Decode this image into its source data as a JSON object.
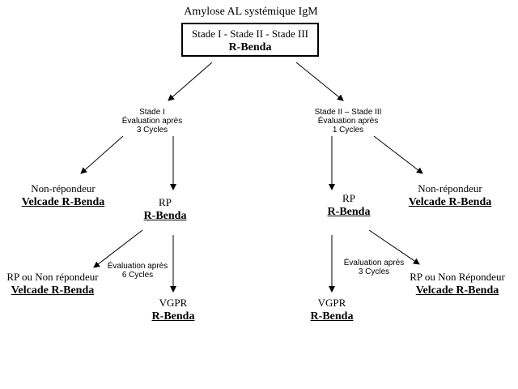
{
  "diagram": {
    "title": "Amylose AL systémique IgM",
    "root": {
      "stages": "Stade I - Stade II - Stade III",
      "treatment": "R-Benda"
    },
    "left_branch": {
      "eval_line1": "Stade I",
      "eval_line2": "Évaluation après",
      "eval_line3": "3 Cycles",
      "non_responder": {
        "label": "Non-répondeur",
        "treatment": "Velcade R-Benda"
      },
      "rp": {
        "label": "RP",
        "treatment": "R-Benda"
      },
      "second_eval_line1": "Évaluation après",
      "second_eval_line2": "6 Cycles",
      "rp_or_nr": {
        "label": "RP ou Non répondeur",
        "treatment": "Velcade R-Benda"
      },
      "vgpr": {
        "label": "VGPR",
        "treatment": "R-Benda"
      }
    },
    "right_branch": {
      "eval_line1": "Stade II – Stade III",
      "eval_line2": "Évaluation après",
      "eval_line3": "1 Cycles",
      "non_responder": {
        "label": "Non-répondeur",
        "treatment": "Velcade R-Benda"
      },
      "rp": {
        "label": "RP",
        "treatment": "R-Benda"
      },
      "second_eval_line1": "Évaluation après",
      "second_eval_line2": "3 Cycles",
      "rp_or_nr": {
        "label": "RP ou Non Répondeur",
        "treatment": "Velcade R-Benda"
      },
      "vgpr": {
        "label": "VGPR",
        "treatment": "R-Benda"
      }
    },
    "colors": {
      "ink": "#000000",
      "background": "#ffffff"
    }
  }
}
